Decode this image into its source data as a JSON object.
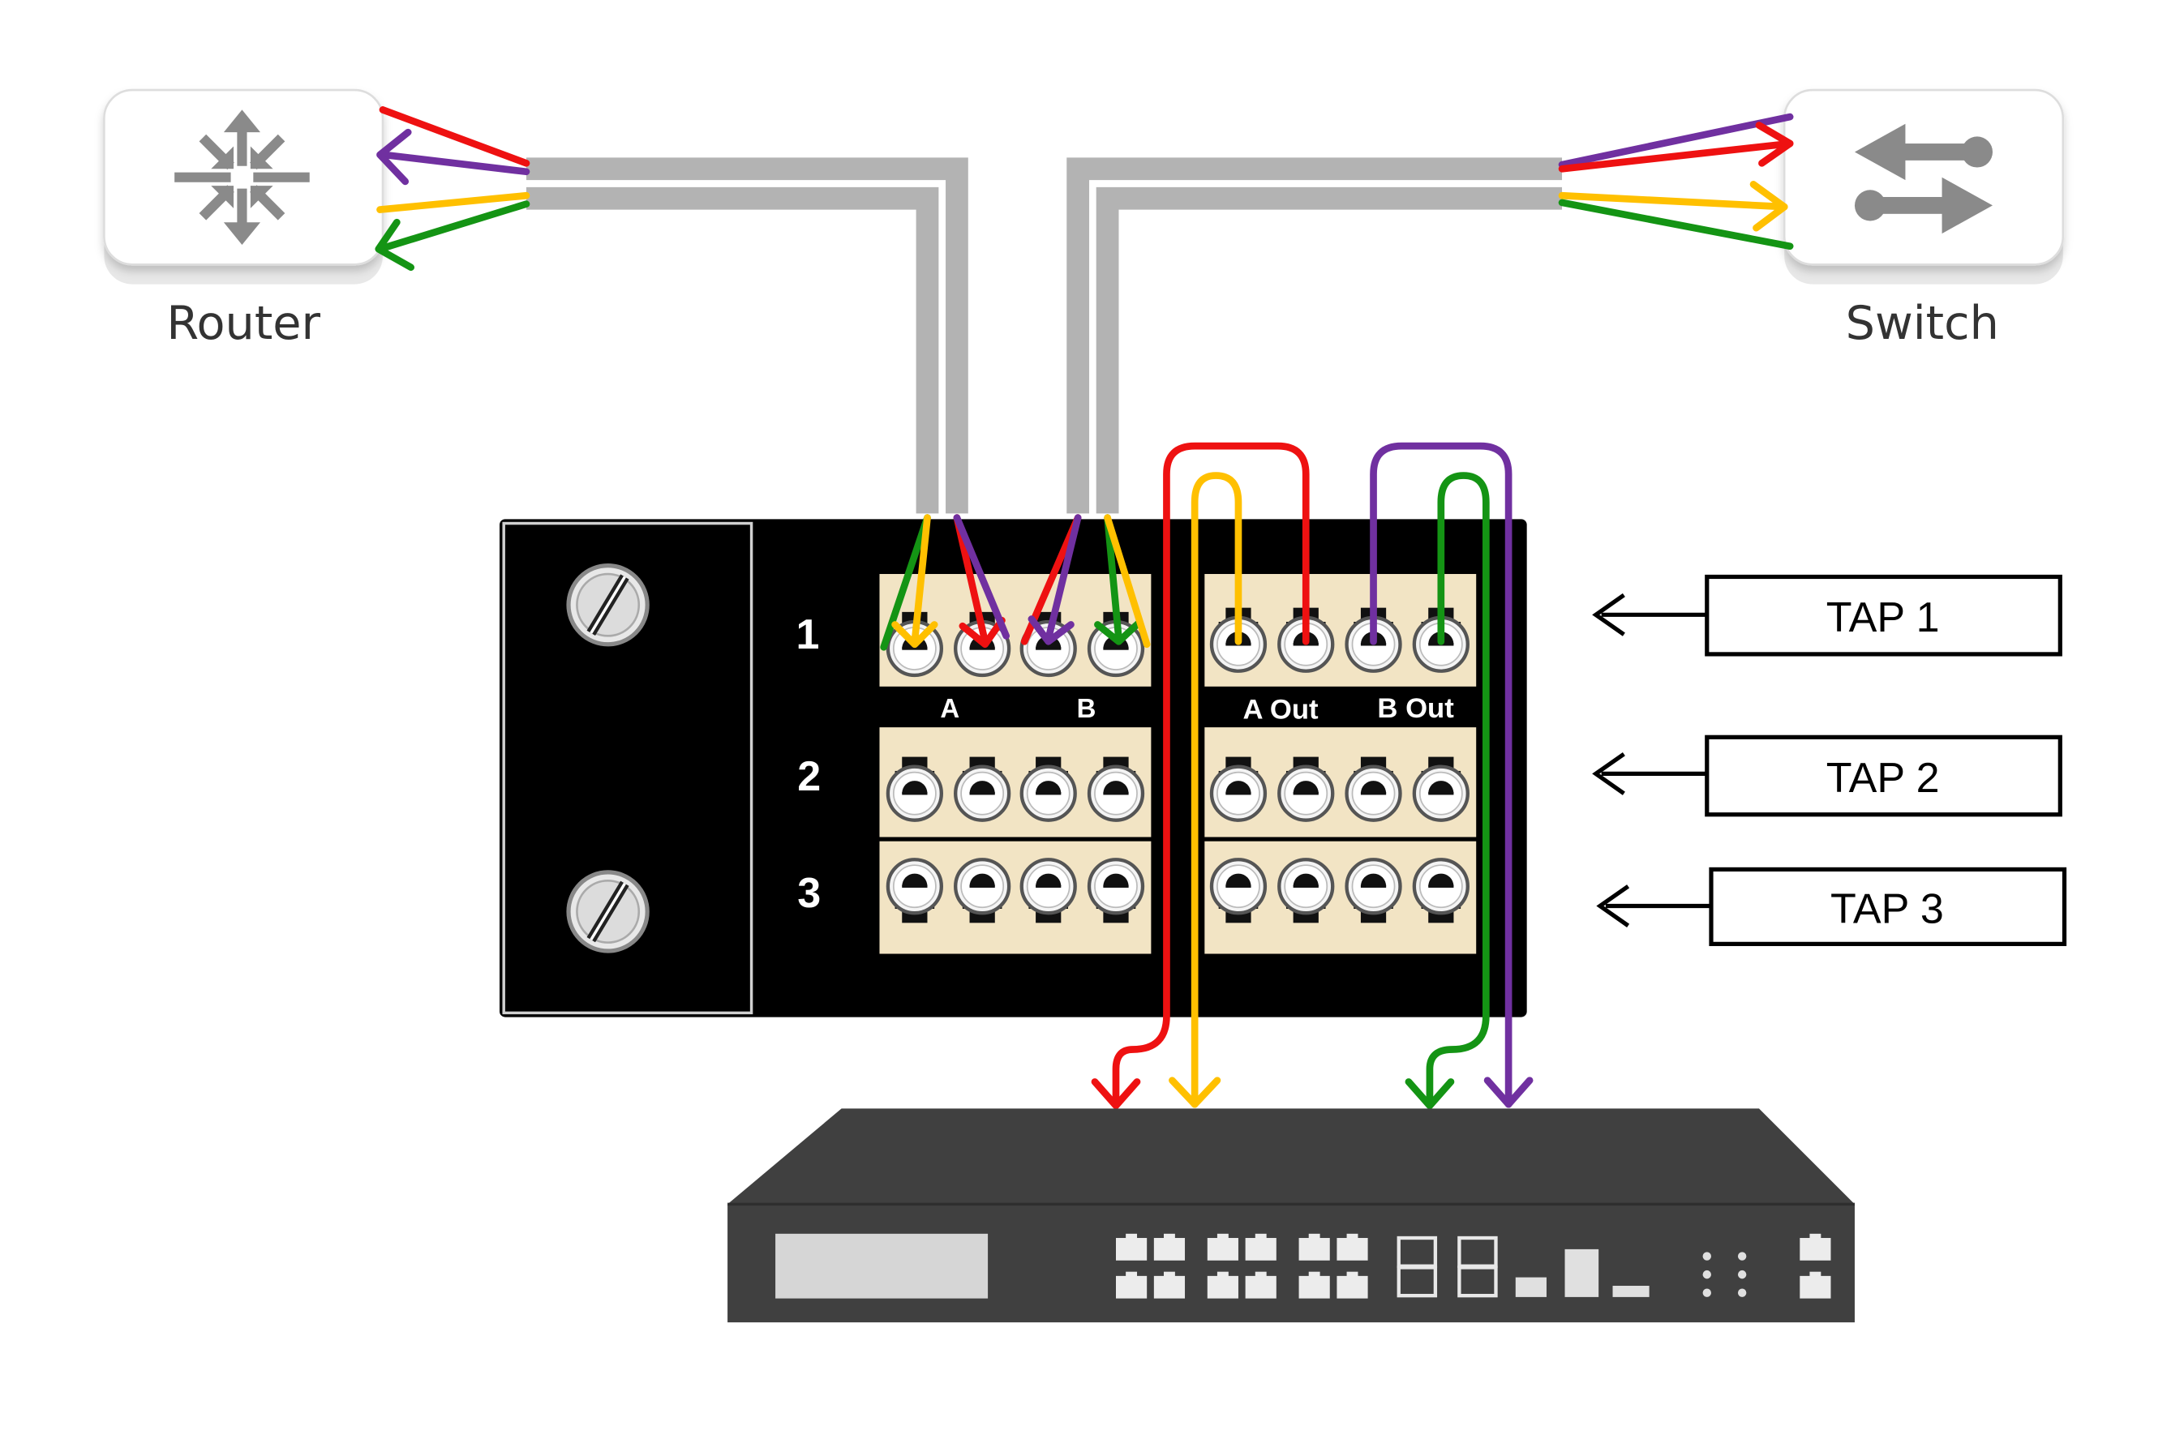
{
  "devices": {
    "router": {
      "label": "Router",
      "icon": "router-icon"
    },
    "switch": {
      "label": "Switch",
      "icon": "switch-icon"
    }
  },
  "panel": {
    "rows": [
      "1",
      "2",
      "3"
    ],
    "port_labels": [
      "A",
      "B",
      "A Out",
      "B Out"
    ]
  },
  "taps": [
    "TAP 1",
    "TAP 2",
    "TAP 3"
  ],
  "colors": {
    "red": "#ee1111",
    "purple": "#7030a0",
    "yellow": "#ffc000",
    "green": "#149414",
    "cable": "#b3b3b3",
    "panel": "#000000",
    "appliance": "#404040"
  }
}
